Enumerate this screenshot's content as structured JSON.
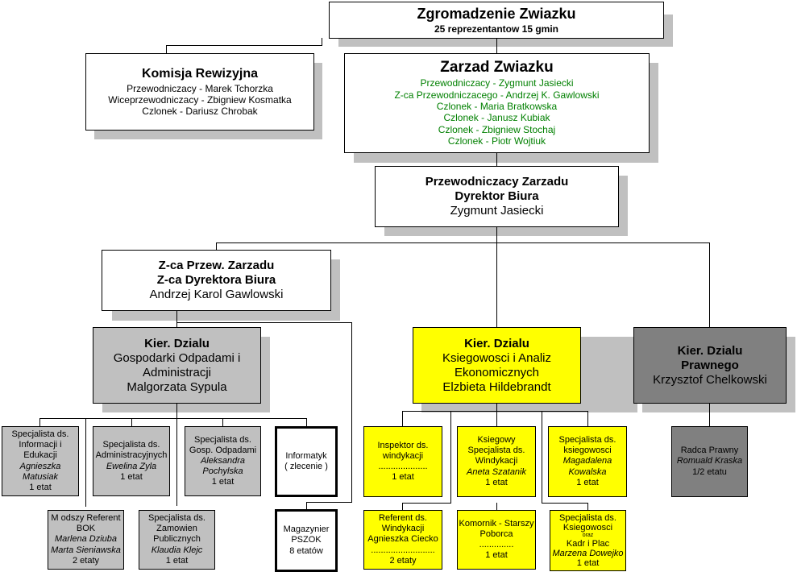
{
  "title": "Zgromadzenie Zwiazku",
  "nodes": {
    "assembly": {
      "title": "Zgromadzenie Zwiazku",
      "subtitle": "25 reprezentantow 15 gmin"
    },
    "audit": {
      "title": "Komisja Rewizyjna",
      "lines": [
        "Przewodniczacy - Marek Tchorzka",
        "Wiceprzewodniczacy - Zbigniew Kosmatka",
        "Czlonek - Dariusz Chrobak"
      ]
    },
    "board": {
      "title": "Zarzad Zwiazku",
      "lines": [
        "Przewodniczacy - Zygmunt Jasiecki",
        "Z-ca Przewodniczacego - Andrzej K. Gawlowski",
        "Czlonek - Maria Bratkowska",
        "Czlonek - Janusz Kubiak",
        "Czlonek - Zbigniew Stochaj",
        "Czlonek - Piotr Wojtiuk"
      ]
    },
    "director": {
      "title1": "Przewodniczacy Zarzadu",
      "title2": "Dyrektor Biura",
      "name": "Zygmunt Jasiecki"
    },
    "deputy": {
      "title1": "Z-ca Przew. Zarzadu",
      "title2": "Z-ca Dyrektora Biura",
      "name": "Andrzej Karol Gawlowski"
    },
    "dept_waste": {
      "title": "Kier. Dzialu",
      "lines": [
        "Gospodarki Odpadami i",
        "Administracji",
        "Malgorzata Sypula"
      ]
    },
    "dept_accounting": {
      "title": "Kier. Dzialu",
      "lines": [
        "Ksiegowosci i Analiz",
        "Ekonomicznych",
        "Elzbieta Hildebrandt"
      ]
    },
    "dept_legal": {
      "title1": "Kier. Dzialu",
      "title2": "Prawnego",
      "name": "Krzysztof Chelkowski"
    },
    "spec_info": {
      "lines": [
        "Specjalista ds.",
        "Informacji i",
        "Edukacji"
      ],
      "person": [
        "Agnieszka",
        "Matusiak"
      ],
      "fte": "1 etat"
    },
    "spec_admin": {
      "lines": [
        "Specjalista ds.",
        "Administracyjnych"
      ],
      "person": [
        "Ewelina Zyla"
      ],
      "fte": "1 etat"
    },
    "spec_waste": {
      "lines": [
        "Specjalista ds.",
        "Gosp. Odpadami"
      ],
      "person": [
        "Aleksandra",
        "Pochylska"
      ],
      "fte": "1 etat"
    },
    "it": {
      "lines": [
        "Informatyk",
        "( zlecenie )"
      ]
    },
    "junior_bok": {
      "lines": [
        "M odszy Referent",
        "BOK"
      ],
      "person": [
        "Marlena Dziuba",
        "Marta Sieniawska"
      ],
      "fte": "2 etaty"
    },
    "spec_procurement": {
      "lines": [
        "Specjalista ds.",
        "Zamowien",
        "Publicznych"
      ],
      "person": [
        "Klaudia Klejc"
      ],
      "fte": "1 etat"
    },
    "warehouse": {
      "lines": [
        "Magazynier",
        "PSZOK",
        "8 etatów"
      ]
    },
    "inspector": {
      "lines": [
        "Inspektor ds.",
        "windykacji"
      ],
      "dots": "....................",
      "fte": "1 etat"
    },
    "accountant": {
      "lines": [
        "Ksiegowy",
        "Specjalista ds.",
        "Windykacji"
      ],
      "person": [
        "Aneta Szatanik"
      ],
      "fte": "1 etat"
    },
    "spec_accounting": {
      "lines": [
        "Specjalista ds.",
        "ksiegowosci"
      ],
      "person": [
        "Magadalena",
        "Kowalska"
      ],
      "fte": "1 etat"
    },
    "referent_collection": {
      "lines": [
        "Referent ds.",
        "Windykacji",
        "Agnieszka Ciecko"
      ],
      "dots": "..........................",
      "fte": "2 etaty"
    },
    "bailiff": {
      "lines": [
        "Komornik - Starszy",
        "Poborca"
      ],
      "dots": "..............",
      "fte": "1 etat"
    },
    "spec_payroll": {
      "lines": [
        "Specjalista ds.",
        "Ksiegowosci"
      ],
      "small": "oraz",
      "lines2": [
        "Kadr i Plac"
      ],
      "person": [
        "Marzena Dowejko"
      ],
      "fte": "1 etat"
    },
    "legal_counsel": {
      "lines": [
        "Radca Prawny"
      ],
      "person": [
        "Romuald Kraska"
      ],
      "fte": "1/2 etatu"
    }
  },
  "colors": {
    "grey": "#c0c0c0",
    "dark_grey": "#808080",
    "yellow": "#ffff00",
    "green_text": "#008000",
    "shadow": "#c0c0c0"
  }
}
